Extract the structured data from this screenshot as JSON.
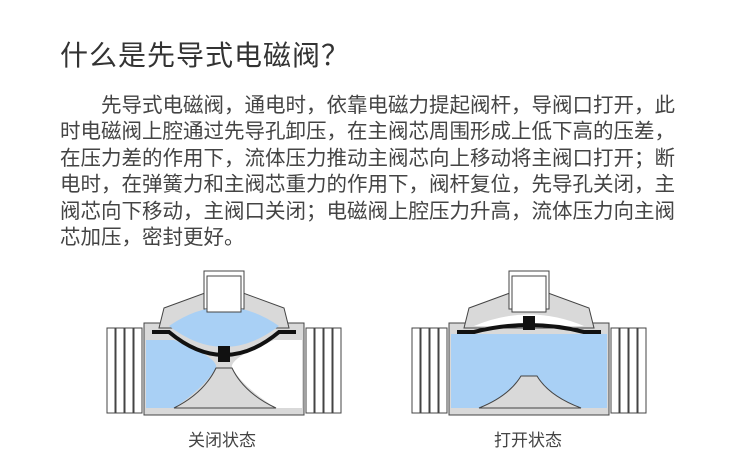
{
  "title": "什么是先导式电磁阀？",
  "paragraph_lines": [
    "先导式电磁阀，通电时，依靠电磁力提起阀杆，导阀口打开，此",
    "时电磁阀上腔通过先导孔卸压，在主阀芯周围形成上低下高的压差，",
    "在压力差的作用下，流体压力推动主阀芯向上移动将主阀口打开；断",
    "电时，在弹簧力和主阀芯重力的作用下，阀杆复位，先导孔关闭，主",
    "阀芯向下移动，主阀口关闭；电磁阀上腔压力升高，流体压力向主阀",
    "芯加压，密封更好。"
  ],
  "diagrams": [
    {
      "caption": "关闭状态"
    },
    {
      "caption": "打开状态"
    }
  ],
  "colors": {
    "fluid": "#a9d0f5",
    "body": "#d9d9d9",
    "diaphragm": "#111111"
  }
}
